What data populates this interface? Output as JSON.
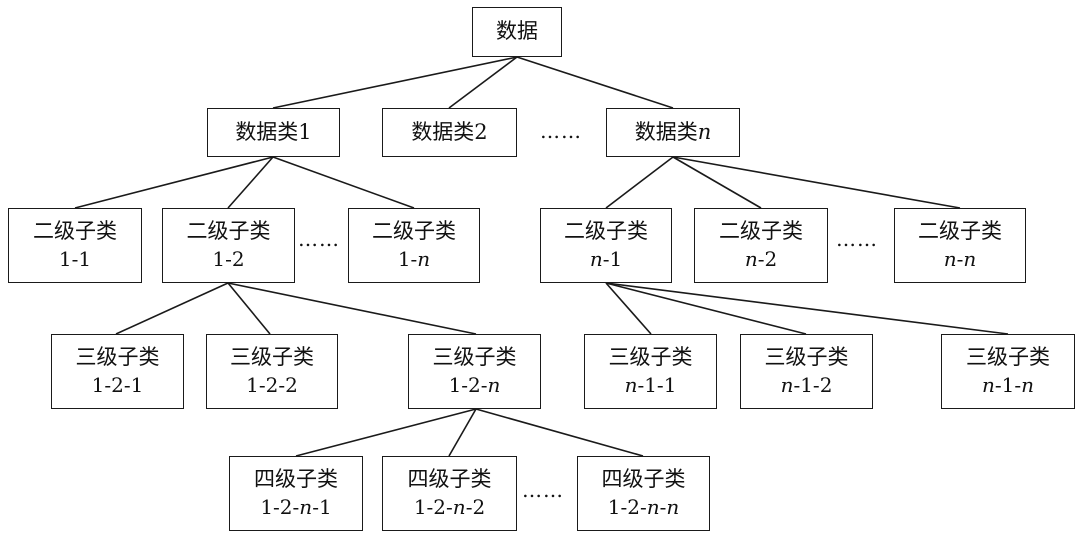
{
  "diagram": {
    "nodes": {
      "root": {
        "label": "数据"
      },
      "c1": {
        "label": "数据类1"
      },
      "c2": {
        "label": "数据类2"
      },
      "cn": {
        "label_prefix": "数据类",
        "label_var": "n"
      },
      "s11": {
        "line1": "二级子类",
        "line2": "1-1"
      },
      "s12": {
        "line1": "二级子类",
        "line2": "1-2"
      },
      "s1n": {
        "line1": "二级子类",
        "line2_num": "1-",
        "line2_var": "n"
      },
      "sn1": {
        "line1": "二级子类",
        "line2_var": "n",
        "line2_num": "-1"
      },
      "sn2": {
        "line1": "二级子类",
        "line2_var": "n",
        "line2_num": "-2"
      },
      "snn": {
        "line1": "二级子类",
        "line2_var_a": "n",
        "line2_sep": "-",
        "line2_var_b": "n"
      },
      "t121": {
        "line1": "三级子类",
        "line2": "1-2-1"
      },
      "t122": {
        "line1": "三级子类",
        "line2": "1-2-2"
      },
      "t12n": {
        "line1": "三级子类",
        "line2_num": "1-2-",
        "line2_var": "n"
      },
      "tn11": {
        "line1": "三级子类",
        "line2_var": "n",
        "line2_num": "-1-1"
      },
      "tn12": {
        "line1": "三级子类",
        "line2_var": "n",
        "line2_num": "-1-2"
      },
      "tn1n": {
        "line1": "三级子类",
        "line2_var_a": "n",
        "line2_mid": "-1-",
        "line2_var_b": "n"
      },
      "f1": {
        "line1": "四级子类",
        "line2_pre": "1-2-",
        "line2_var": "n",
        "line2_post": "-1"
      },
      "f2": {
        "line1": "四级子类",
        "line2_pre": "1-2-",
        "line2_var": "n",
        "line2_post": "-2"
      },
      "fn": {
        "line1": "四级子类",
        "line2_pre": "1-2-",
        "line2_var_a": "n",
        "line2_sep": "-",
        "line2_var_b": "n"
      }
    },
    "ellipses": {
      "level1": "……",
      "level2_left": "……",
      "level2_right": "……",
      "level4": "……"
    }
  }
}
